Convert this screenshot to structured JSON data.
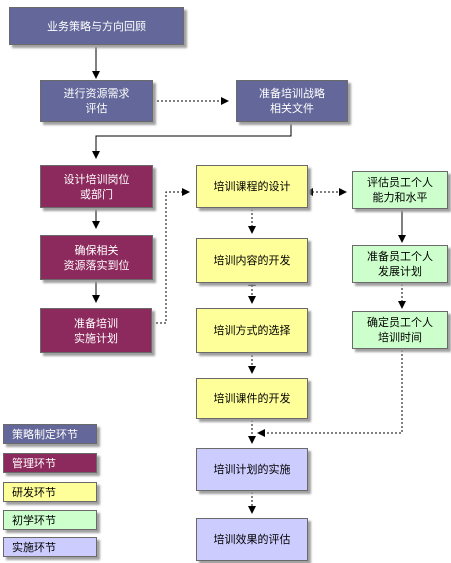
{
  "nodes": {
    "business_review": "业务策略与方向回顾",
    "needs_assessment": "进行资源需求\n评估",
    "strategy_docs": "准备培训战略\n相关文件",
    "design_positions": "设计培训岗位\n或部门",
    "ensure_resources": "确保相关\n资源落实到位",
    "prepare_plan": "准备培训\n实施计划",
    "course_design": "培训课程的设计",
    "content_dev": "培训内容的开发",
    "method_choice": "培训方式的选择",
    "courseware_dev": "培训课件的开发",
    "plan_implement": "培训计划的实施",
    "effect_eval": "培训效果的评估",
    "assess_staff": "评估员工个人\n能力和水平",
    "dev_plan": "准备员工个人\n发展计划",
    "training_time": "确定员工个人\n培训时间"
  },
  "legend": [
    {
      "label": "策略制定环节",
      "color": "#63679a"
    },
    {
      "label": "管理环节",
      "color": "#8d2a5d"
    },
    {
      "label": "研发环节",
      "color": "#ffff99"
    },
    {
      "label": "初学环节",
      "color": "#ccffcc"
    },
    {
      "label": "实施环节",
      "color": "#ccccff"
    }
  ],
  "colors": {
    "strategy": "#63679a",
    "manage": "#8d2a5d",
    "dev": "#ffff99",
    "learn": "#ccffcc",
    "impl": "#ccccff",
    "line": "#000000"
  }
}
